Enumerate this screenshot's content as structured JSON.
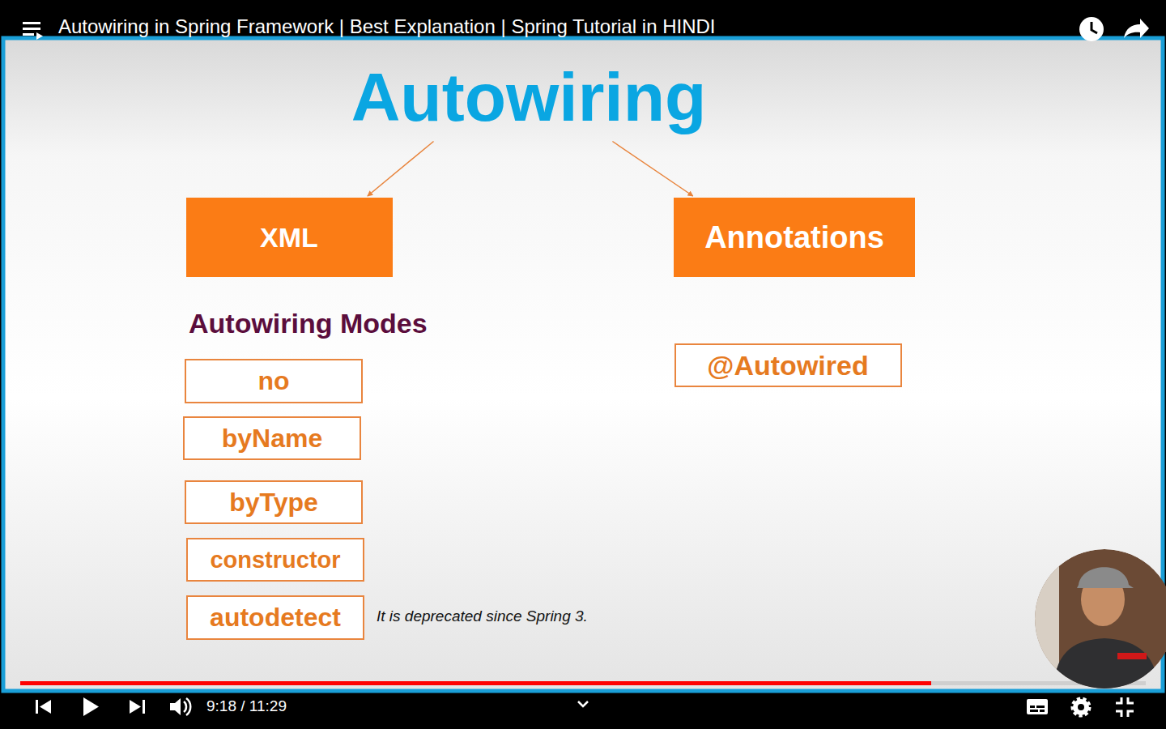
{
  "diagram": {
    "nodes": [
      {
        "text": [
          "Autowiring"
        ]
      },
      {
        "text": [
          "XML"
        ]
      },
      {
        "text": [
          "Annotations"
        ]
      },
      {
        "text": [
          "no"
        ]
      },
      {
        "text": [
          "byName"
        ]
      },
      {
        "text": [
          "byType"
        ]
      },
      {
        "text": [
          "constructor"
        ]
      },
      {
        "text": [
          "autodetect"
        ]
      },
      {
        "text": [
          "@Autowired"
        ]
      }
    ],
    "edges": [
      {
        "from": 0,
        "to": 1,
        "arrow": "to"
      },
      {
        "from": 0,
        "to": 2,
        "arrow": "to"
      }
    ],
    "labels": [
      "Autowiring in Spring Framework | Best Explanation | Spring Tutorial in HINDI",
      "Autowiring Modes",
      "It is deprecated since Spring 3.",
      "9:18 / 11:29"
    ]
  }
}
